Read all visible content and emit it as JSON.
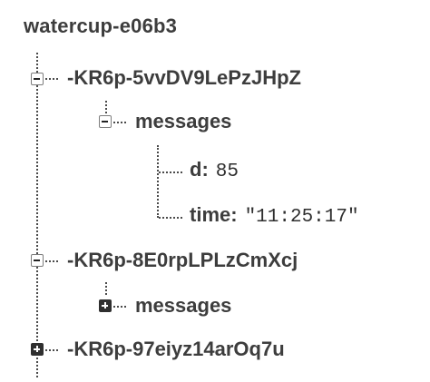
{
  "tree": {
    "root_title": "watercup-e06b3",
    "nodes": [
      {
        "key": "-KR6p-5vvDV9LePzJHpZ",
        "state": "expanded",
        "icon": "minus-box-icon",
        "children": [
          {
            "key": "messages",
            "state": "expanded",
            "icon": "minus-box-icon",
            "fields": [
              {
                "key": "d:",
                "value": "85"
              },
              {
                "key": "time:",
                "value": "\"11:25:17\""
              }
            ]
          }
        ]
      },
      {
        "key": "-KR6p-8E0rpLPLzCmXcj",
        "state": "expanded",
        "icon": "minus-box-icon",
        "children": [
          {
            "key": "messages",
            "state": "collapsed",
            "icon": "plus-box-icon"
          }
        ]
      },
      {
        "key": "-KR6p-97eiyz14arOq7u",
        "state": "collapsed",
        "icon": "plus-box-icon"
      }
    ]
  }
}
